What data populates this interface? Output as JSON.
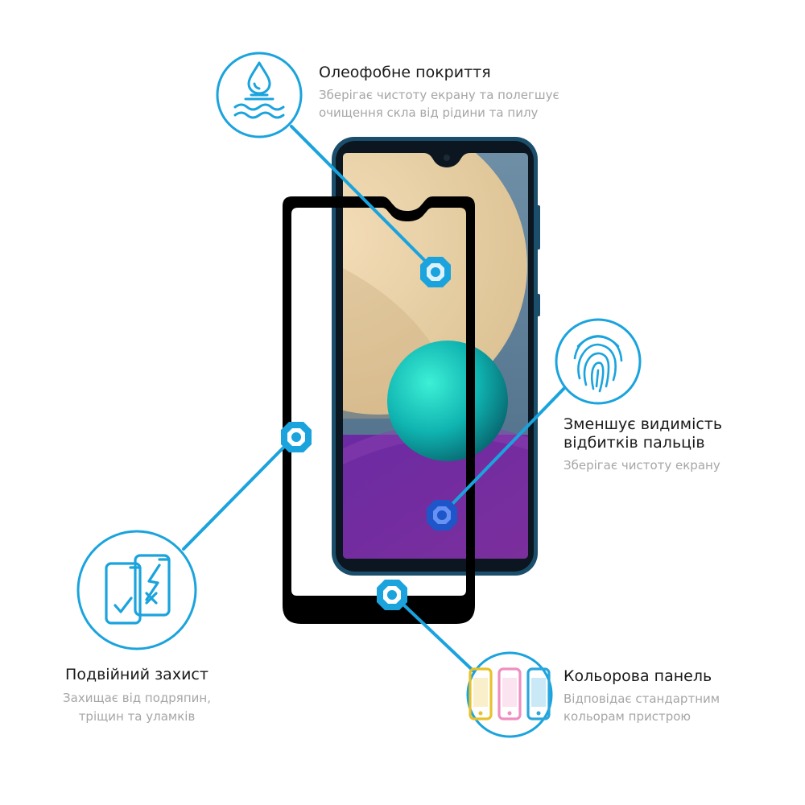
{
  "features": {
    "oleophobic": {
      "title": "Олеофобне покриття",
      "desc_line1": "Зберігає чистоту екрану та полегшує",
      "desc_line2": "очищення скла від рідини та пилу"
    },
    "fingerprint": {
      "title_line1": "Зменшує видимість",
      "title_line2": "відбитків пальців",
      "desc": "Зберігає чистоту екрану"
    },
    "double": {
      "title": "Подвійний захист",
      "desc_line1": "Захищає від подряпин,",
      "desc_line2": "тріщин та уламків"
    },
    "color": {
      "title": "Кольорова панель",
      "desc_line1": "Відповідає стандартним",
      "desc_line2": "кольорам пристрою"
    }
  },
  "colors": {
    "accent": "#1aa3dd",
    "phone_body": "#1b4e6b",
    "glass_frame": "#000000",
    "title": "#1a1a1a",
    "desc": "#a6a6a6",
    "panel_yellow": "#e8c12a",
    "panel_pink": "#ee8fc0",
    "panel_blue": "#2aa6dd"
  },
  "icons": {
    "oleophobic": "water-drop-icon",
    "fingerprint": "fingerprint-icon",
    "double": "double-layer-icon",
    "color": "colored-panels-icon"
  }
}
